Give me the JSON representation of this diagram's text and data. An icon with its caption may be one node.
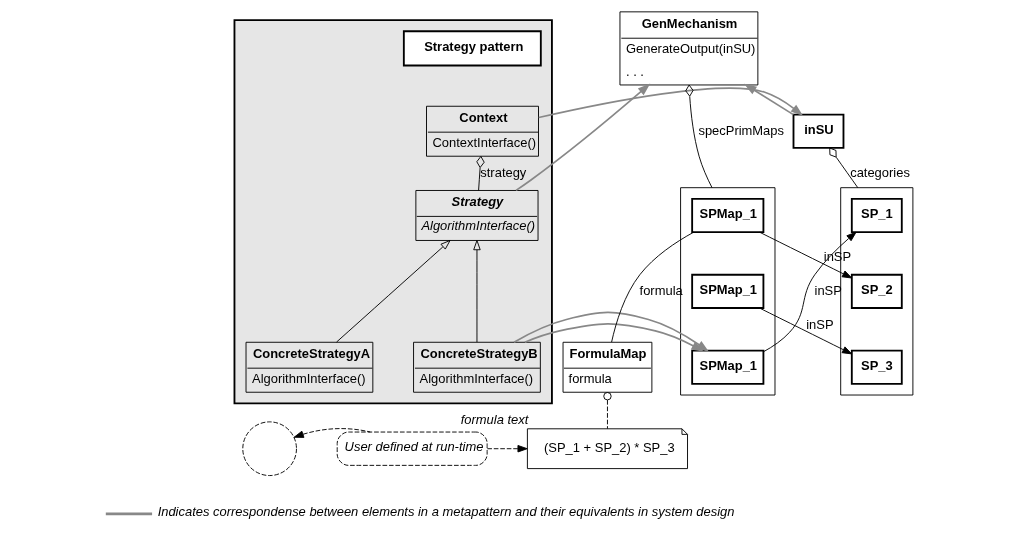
{
  "diagram": {
    "nodes": [
      {
        "text": [],
        "shape": "box"
      },
      {
        "text": [
          "Strategy pattern"
        ],
        "in": 0
      },
      {
        "text": [
          "Context",
          "ContextInterface()"
        ],
        "in": 0
      },
      {
        "text": [
          "Strategy",
          "AlgorithmInterface()"
        ],
        "in": 0
      },
      {
        "text": [
          "ConcreteStrategyA",
          "AlgorithmInterface()"
        ],
        "in": 0
      },
      {
        "text": [
          "ConcreteStrategyB",
          "AlgorithmInterface()"
        ],
        "in": 0
      },
      {
        "text": [
          "GenMechanism",
          "GenerateOutput(inSU)",
          ". . ."
        ]
      },
      {
        "text": [
          "inSU"
        ]
      },
      {
        "text": [],
        "shape": "box"
      },
      {
        "text": [
          "SP_1"
        ],
        "in": 8
      },
      {
        "text": [
          "SP_2"
        ],
        "in": 8
      },
      {
        "text": [
          "SP_3"
        ],
        "in": 8
      },
      {
        "text": [],
        "shape": "box"
      },
      {
        "text": [
          "SPMap_1"
        ],
        "in": 12
      },
      {
        "text": [
          "SPMap_1"
        ],
        "in": 12
      },
      {
        "text": [
          "SPMap_1"
        ],
        "in": 12
      },
      {
        "text": [
          "FormulaMap",
          "formula"
        ]
      },
      {
        "text": [
          "(SP_1 + SP_2) * SP_3"
        ],
        "beside": [
          "formula text"
        ]
      },
      {
        "text": [],
        "shape": "circle"
      },
      {
        "text": [
          "User defined at run-time"
        ]
      }
    ],
    "edges": [
      {
        "from": 2,
        "to": 3,
        "arrow": "other",
        "label": "strategy"
      },
      {
        "from": 4,
        "to": 3,
        "arrow": "to"
      },
      {
        "from": 5,
        "to": 3,
        "arrow": "to"
      },
      {
        "from": 2,
        "to": 7,
        "arrow": "to",
        "color": "#888888"
      },
      {
        "from": 3,
        "to": 6,
        "arrow": "to",
        "color": "#888888"
      },
      {
        "from": 7,
        "to": 6,
        "arrow": "to",
        "color": "#888888"
      },
      {
        "from": 5,
        "to": 15,
        "arrow": "to",
        "color": "#888888"
      },
      {
        "from": 7,
        "to": 8,
        "arrow": "other",
        "label": "categories"
      },
      {
        "from": 6,
        "to": 12,
        "arrow": "other",
        "label": "specPrimMaps"
      },
      {
        "from": 13,
        "to": 10,
        "arrow": "to",
        "label": "inSP"
      },
      {
        "from": 14,
        "to": 11,
        "arrow": "to",
        "label": "inSP"
      },
      {
        "from": 15,
        "to": 9,
        "arrow": "to",
        "label": "inSP"
      },
      {
        "from": 13,
        "to": 16,
        "arrow": "none",
        "label": "formula"
      },
      {
        "from": 16,
        "to": 17,
        "arrow": "other",
        "style": "dashed"
      },
      {
        "from": 19,
        "to": 18,
        "arrow": "to",
        "style": "dashed"
      },
      {
        "from": 19,
        "to": 17,
        "arrow": "to",
        "style": "dashed"
      }
    ],
    "legend": [
      {
        "text": "Indicates correspondense between elements in a metapattern and their equivalents in system design"
      }
    ]
  }
}
